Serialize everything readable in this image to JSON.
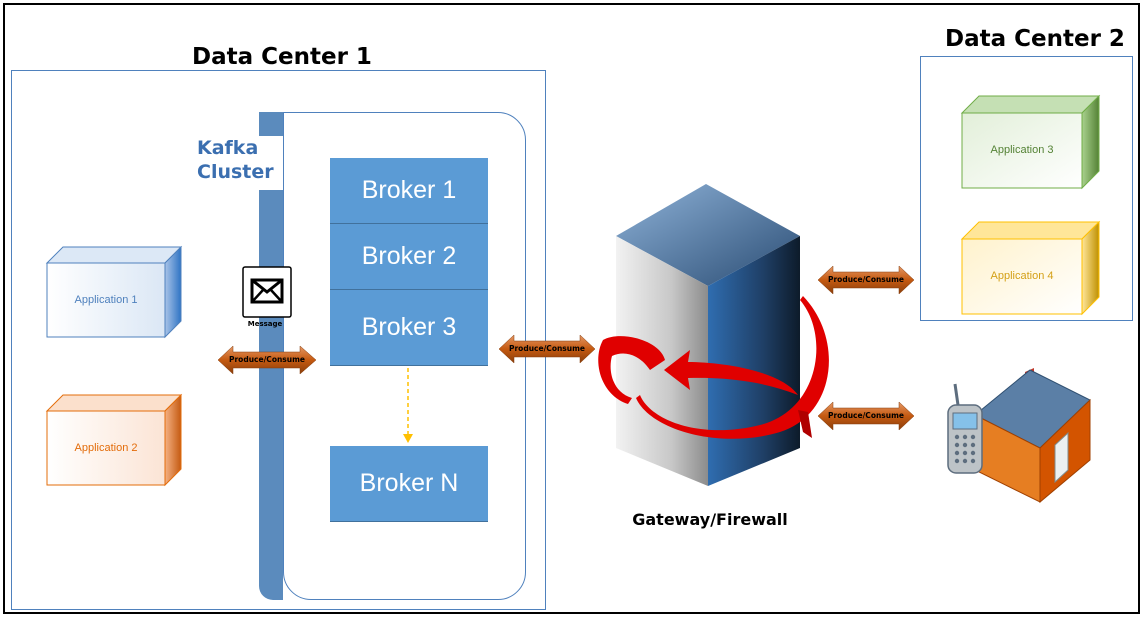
{
  "data_center_1": {
    "title": "Data Center 1"
  },
  "data_center_2": {
    "title": "Data Center 2"
  },
  "kafka_cluster": {
    "title_line1": "Kafka",
    "title_line2": "Cluster",
    "brokers": [
      "Broker 1",
      "Broker 2",
      "Broker 3",
      "Broker N"
    ]
  },
  "applications": {
    "app1": "Application 1",
    "app2": "Application 2",
    "app3": "Application 3",
    "app4": "Application 4"
  },
  "message": {
    "label": "Message",
    "icon": "envelope-icon"
  },
  "links": {
    "produce_consume": "Produce/Consume"
  },
  "gateway": {
    "label": "Gateway/Firewall"
  },
  "colors": {
    "broker": "#5b9bd5",
    "kafka_bar": "#5b8bbd",
    "kafka_text": "#3b6fb0",
    "app1": "#4f81bd",
    "app2": "#e36c0a",
    "app3": "#70ad47",
    "app4": "#ffc000",
    "arrow": "#c55a11",
    "firewall_arrow": "#ff0000"
  }
}
